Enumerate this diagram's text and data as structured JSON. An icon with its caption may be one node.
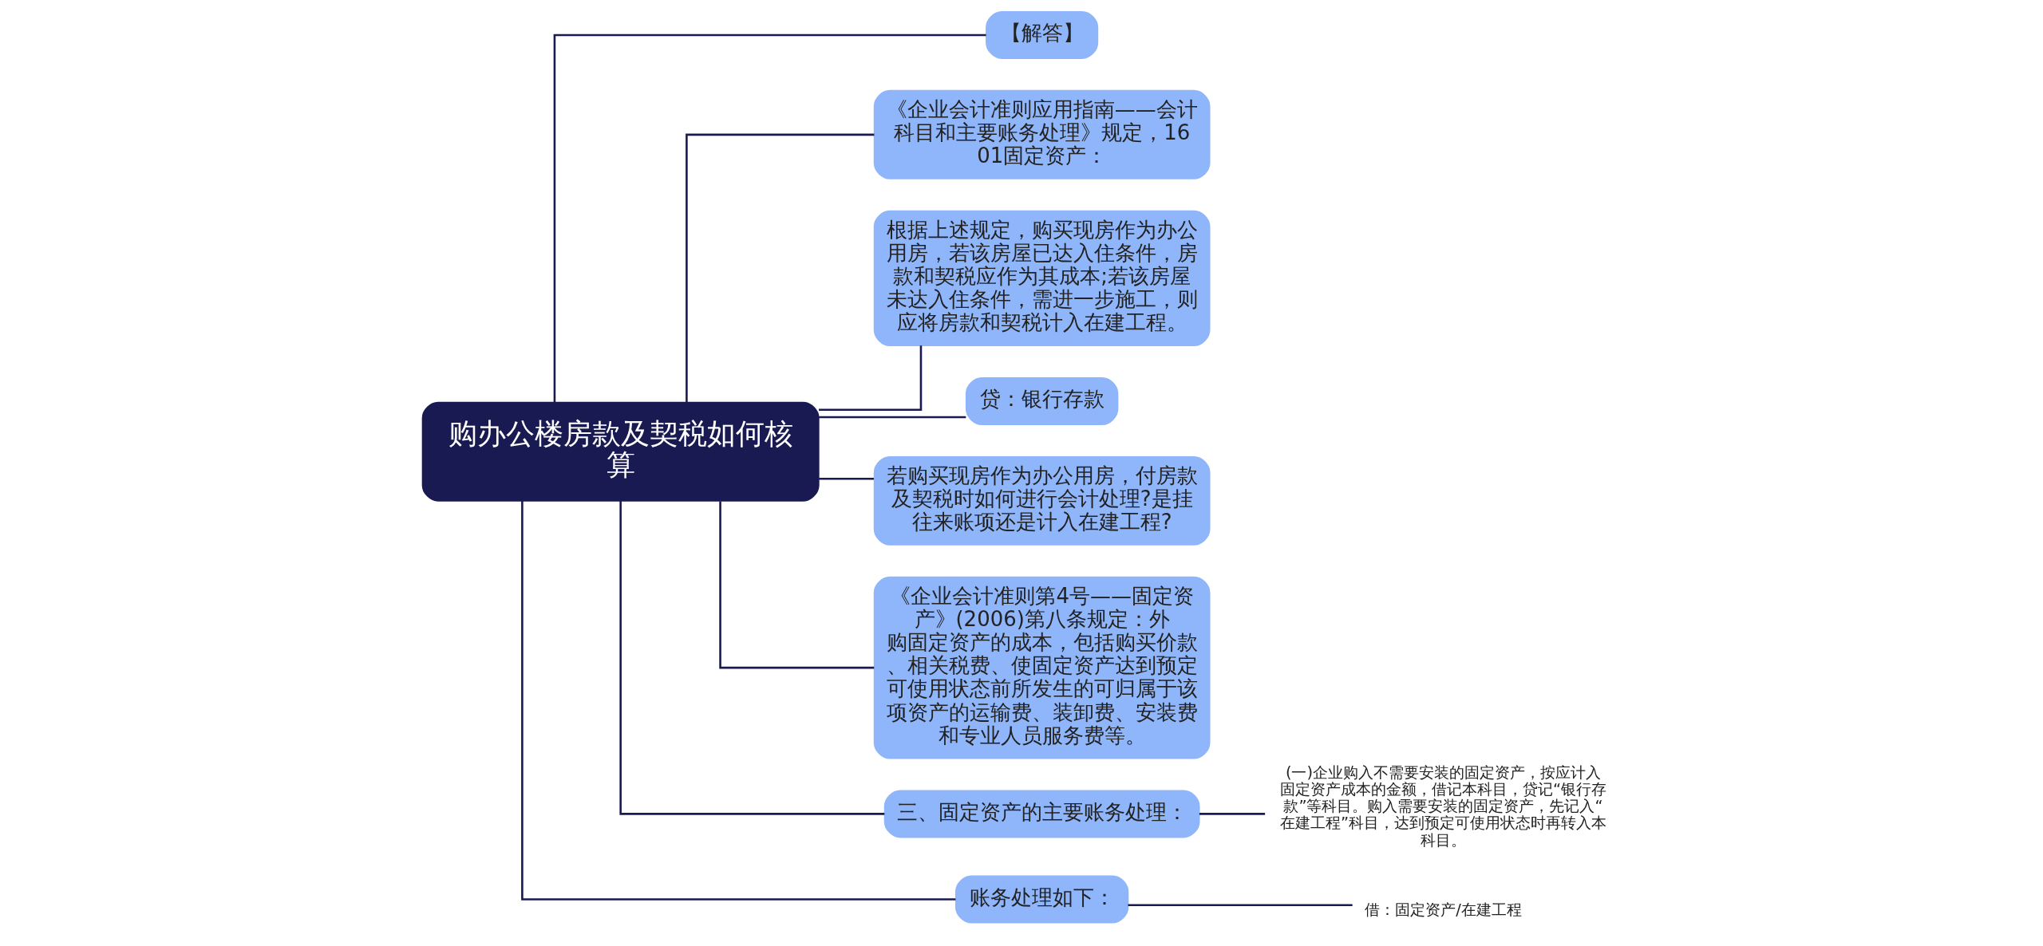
{
  "diagram": {
    "nodes": [
      {
        "text": [
          "购办公楼房款及契税如何核算"
        ]
      },
      {
        "text": [
          "【解答】"
        ]
      },
      {
        "text": [
          "《企业会计准则应用指南——会计科目和主要账务处理》规定，1601固定资产："
        ]
      },
      {
        "text": [
          "根据上述规定，购买现房作为办公用房，若该房屋已达入住条件，房款和契税应作为其成本;若该房屋未达入住条件，需进一步施工，则应将房款和契税计入在建工程。"
        ]
      },
      {
        "text": [
          "贷：银行存款"
        ]
      },
      {
        "text": [
          "若购买现房作为办公用房，付房款及契税时如何进行会计处理?是挂往来账项还是计入在建工程?"
        ]
      },
      {
        "text": [
          "《企业会计准则第4号——固定资产》(2006)第八条规定：外购固定资产的成本，包括购买价款、相关税费、使固定资产达到预定可使用状态前所发生的可归属于该项资产的运输费、装卸费、安装费和专业人员服务费等。"
        ]
      },
      {
        "text": [
          "三、固定资产的主要账务处理："
        ]
      },
      {
        "text": [
          "(一)企业购入不需要安装的固定资产，按应计入固定资产成本的金额，借记本科目，贷记“银行存款”等科目。购入需要安装的固定资产，先记入“在建工程”科目，达到预定可使用状态时再转入本科目。"
        ]
      },
      {
        "text": [
          "账务处理如下："
        ]
      },
      {
        "text": [
          "借：固定资产/在建工程"
        ]
      }
    ],
    "edges": [
      {
        "from": 0,
        "to": 1,
        "arrow": "none"
      },
      {
        "from": 0,
        "to": 2,
        "arrow": "none"
      },
      {
        "from": 0,
        "to": 3,
        "arrow": "none"
      },
      {
        "from": 0,
        "to": 4,
        "arrow": "none"
      },
      {
        "from": 0,
        "to": 5,
        "arrow": "none"
      },
      {
        "from": 0,
        "to": 6,
        "arrow": "none"
      },
      {
        "from": 0,
        "to": 7,
        "arrow": "none"
      },
      {
        "from": 7,
        "to": 8,
        "arrow": "none"
      },
      {
        "from": 0,
        "to": 9,
        "arrow": "none"
      },
      {
        "from": 9,
        "to": 10,
        "arrow": "none"
      }
    ]
  }
}
